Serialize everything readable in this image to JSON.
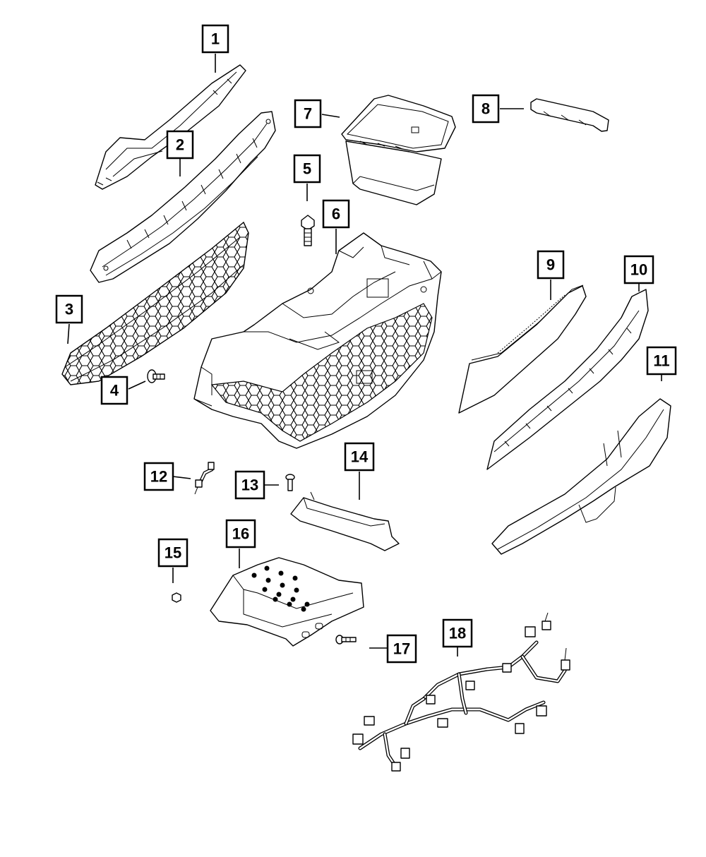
{
  "diagram": {
    "callouts": [
      {
        "id": "1",
        "label": "1"
      },
      {
        "id": "2",
        "label": "2"
      },
      {
        "id": "3",
        "label": "3"
      },
      {
        "id": "4",
        "label": "4"
      },
      {
        "id": "5",
        "label": "5"
      },
      {
        "id": "6",
        "label": "6"
      },
      {
        "id": "7",
        "label": "7"
      },
      {
        "id": "8",
        "label": "8"
      },
      {
        "id": "9",
        "label": "9"
      },
      {
        "id": "10",
        "label": "10"
      },
      {
        "id": "11",
        "label": "11"
      },
      {
        "id": "12",
        "label": "12"
      },
      {
        "id": "13",
        "label": "13"
      },
      {
        "id": "14",
        "label": "14"
      },
      {
        "id": "15",
        "label": "15"
      },
      {
        "id": "16",
        "label": "16"
      },
      {
        "id": "17",
        "label": "17"
      },
      {
        "id": "18",
        "label": "18"
      }
    ],
    "colors": {
      "line": "#000000",
      "background": "#ffffff",
      "part_shade": "#f1f1f1"
    }
  }
}
